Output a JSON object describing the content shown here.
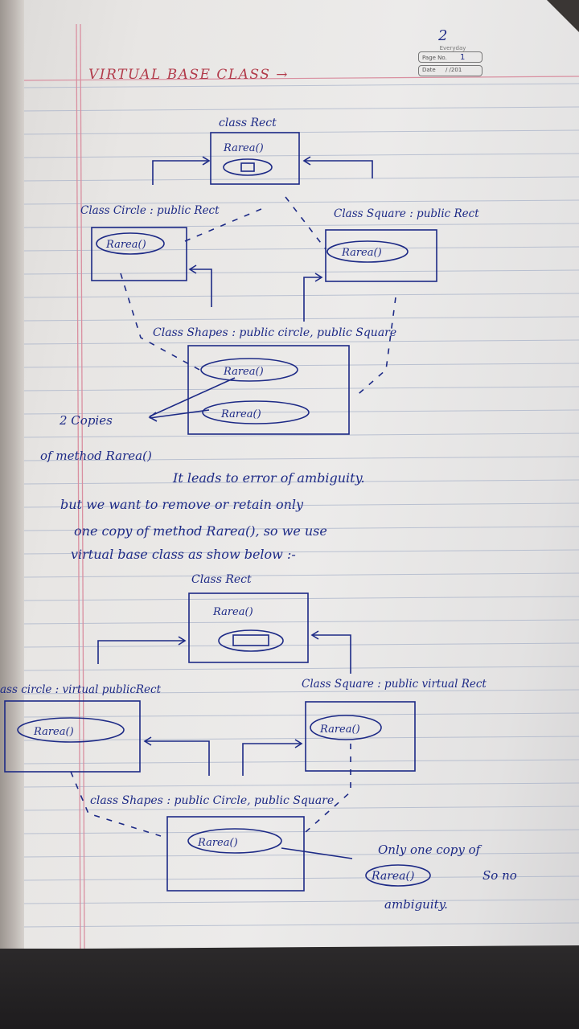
{
  "header": {
    "page_corner_number": "2",
    "brand": "Everyday",
    "page_no_label": "Page No.",
    "page_no_value": "1",
    "date_label": "Date",
    "date_value": "/   /201",
    "title": "VIRTUAL BASE CLASS →"
  },
  "diagram1": {
    "rect_class": "class Rect",
    "rect_method": "Rarea()",
    "circle_class": "Class Circle : public Rect",
    "circle_method": "Rarea()",
    "square_class": "Class Square : public Rect",
    "square_method": "Rarea()",
    "shapes_class": "Class Shapes : public circle, public Square",
    "shapes_method_1": "Rarea()",
    "shapes_method_2": "Rarea()",
    "copies_note": "2 Copies",
    "copies_note_2": "of method Rarea()"
  },
  "paragraph": {
    "line1": "It leads to error of ambiguity.",
    "line2": "but we want to remove or retain only",
    "line3": "one copy of method Rarea(), so we use",
    "line4": "virtual base class as show below :-"
  },
  "diagram2": {
    "rect_class": "Class Rect",
    "rect_method": "Rarea()",
    "circle_class": "ass circle : virtual publicRect",
    "circle_method": "Rarea()",
    "square_class": "Class Square : public virtual Rect",
    "square_method": "Rarea()",
    "shapes_class": "class Shapes : public Circle, public Square",
    "shapes_method": "Rarea()",
    "note_line1": "Only one copy of",
    "note_method": "Rarea()",
    "note_line1b": "So no",
    "note_line2": "ambiguity."
  }
}
